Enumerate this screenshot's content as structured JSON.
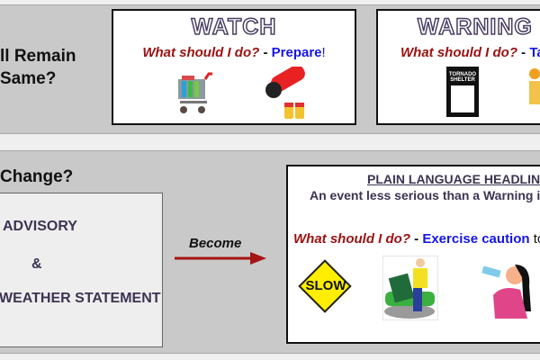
{
  "top": {
    "question": [
      "ll Remain",
      "Same?"
    ],
    "watch": {
      "title": "WATCH",
      "ask": "What should I do?",
      "dash": " - ",
      "action": "Prepare",
      "suffix": "!"
    },
    "warning": {
      "title": "WARNING",
      "ask": "What should I do?",
      "dash": " - ",
      "action": "Ta",
      "sign_text": [
        "TORNADO",
        "SHELTER"
      ]
    }
  },
  "bottom": {
    "question": "Change?",
    "old": {
      "line1": "ADVISORY",
      "amp": "&",
      "line2": "WEATHER STATEMENT"
    },
    "arrow_label": "Become",
    "new": {
      "headline": "PLAIN LANGUAGE HEADLIN",
      "description": "An event less serious than a Warning i",
      "ask": "What should I do?",
      "dash": " - ",
      "action": "Exercise caution",
      "suffix": " to",
      "sign_text": "SLOW"
    }
  }
}
